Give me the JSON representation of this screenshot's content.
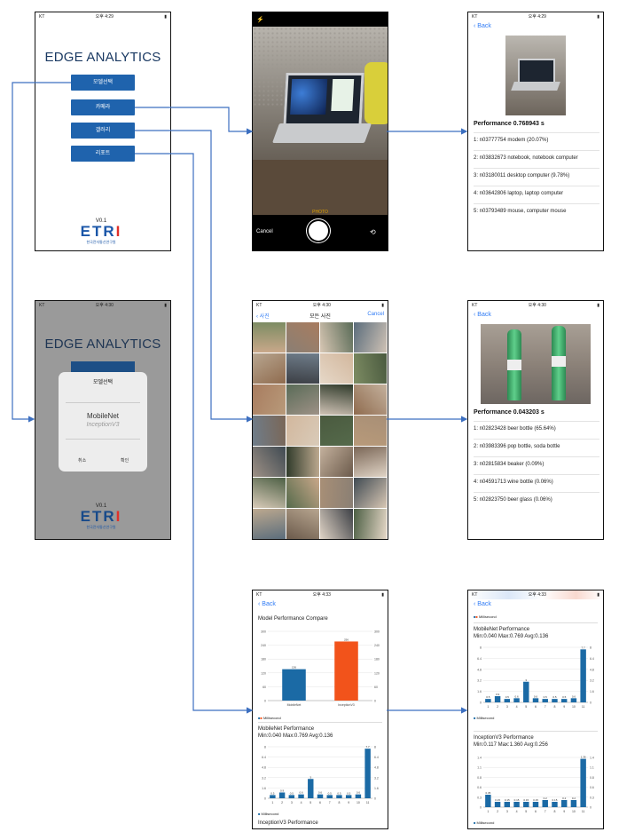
{
  "status": {
    "carrier": "KT",
    "time": "오후 4:29",
    "time2": "오후 4:30",
    "time3": "오후 4:33"
  },
  "home": {
    "title": "EDGE ANALYTICS",
    "buttons": [
      "모델선택",
      "카메라",
      "갤러리",
      "리포트"
    ],
    "version": "V0.1",
    "logo": "ETRI",
    "logo_sub": "한국전자통신연구원"
  },
  "dialog": {
    "title": "모델선택",
    "options": [
      "MobileNet",
      "InceptionV3"
    ],
    "cancel": "취소",
    "confirm": "확인"
  },
  "camera": {
    "mode": "PHOTO",
    "cancel": "Cancel",
    "flash": "⚡"
  },
  "gallery": {
    "back": "사진",
    "title": "모든 사진",
    "cancel": "Cancel"
  },
  "result1": {
    "back": "Back",
    "performance": "Performance 0.768943 s",
    "items": [
      "1: n03777754 modem (20.07%)",
      "2: n03832673 notebook, notebook computer",
      "3: n03180011 desktop computer (9.78%)",
      "4: n03642806 laptop, laptop computer",
      "5: n03793489 mouse, computer mouse"
    ]
  },
  "result2": {
    "back": "Back",
    "performance": "Performance 0.043203 s",
    "items": [
      "1: n02823428 beer bottle (65.64%)",
      "2: n03983396 pop bottle, soda bottle",
      "3: n02815834 beaker (0.09%)",
      "4: n04591713 wine bottle (0.06%)",
      "5: n02823750 beer glass (0.06%)"
    ]
  },
  "report1": {
    "back": "Back",
    "compare_title": "Model Performance Compare",
    "legend": "Millisecond",
    "mobilenet_title": "MobileNet Performance",
    "mobilenet_stats": "Min:0.040 Max:0.769 Avg:0.136",
    "inception_title": "InceptionV3 Performance"
  },
  "report2": {
    "back": "Back",
    "legend": "Millisecond",
    "mobilenet_title": "MobileNet Performance",
    "mobilenet_stats": "Min:0.040 Max:0.769 Avg:0.136",
    "inception_title": "InceptionV3 Performance",
    "inception_stats": "Min:0.117 Max:1.360 Avg:0.256"
  },
  "colors": {
    "accent": "#1f63ad",
    "orange": "#f2531b",
    "bar": "#1b6aa5",
    "link": "#2f7bf5"
  },
  "chart_data": [
    {
      "type": "bar",
      "title": "Model Performance Compare",
      "categories": [
        "MobileNet",
        "InceptionV3"
      ],
      "series": [
        {
          "name": "Millisecond",
          "values": [
            136,
            256
          ]
        }
      ],
      "ylim": [
        0,
        300
      ]
    },
    {
      "type": "bar",
      "title": "MobileNet Performance",
      "categories": [
        "1",
        "2",
        "3",
        "4",
        "5",
        "6",
        "7",
        "8",
        "9",
        "10",
        "11"
      ],
      "series": [
        {
          "name": "Millisecond",
          "values": [
            0.5,
            0.9,
            0.5,
            0.6,
            3.0,
            0.6,
            0.5,
            0.5,
            0.5,
            0.6,
            7.7
          ]
        }
      ],
      "ylim": [
        0,
        8
      ]
    },
    {
      "type": "bar",
      "title": "InceptionV3 Performance",
      "categories": [
        "1",
        "2",
        "3",
        "4",
        "5",
        "6",
        "7",
        "8",
        "9",
        "10",
        "11"
      ],
      "series": [
        {
          "name": "Millisecond",
          "values": [
            0.35,
            0.15,
            0.15,
            0.15,
            0.15,
            0.15,
            0.2,
            0.15,
            0.2,
            0.2,
            1.36
          ]
        }
      ],
      "ylim": [
        0,
        1.4
      ]
    }
  ]
}
